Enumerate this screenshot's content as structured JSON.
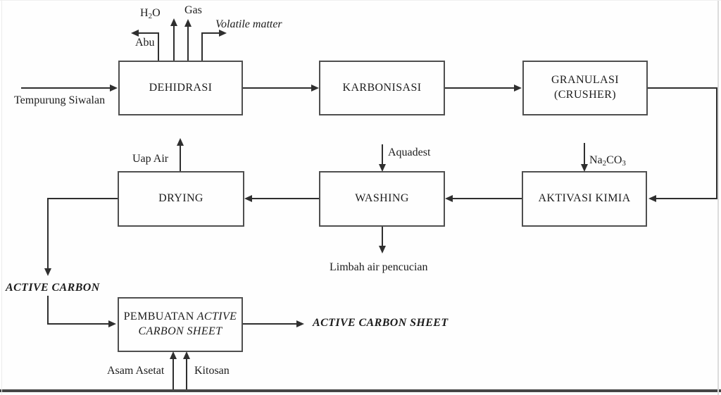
{
  "boxes": {
    "dehidrasi": {
      "label": "DEHIDRASI"
    },
    "karbonisasi": {
      "label": "KARBONISASI"
    },
    "granulasi": {
      "line1": "GRANULASI",
      "line2": "(CRUSHER)"
    },
    "aktivasi_kimia": {
      "label": "AKTIVASI KIMIA"
    },
    "washing": {
      "label": "WASHING"
    },
    "drying": {
      "label": "DRYING"
    },
    "pembuatan": {
      "pre": "PEMBUATAN",
      "italic1": "ACTIVE",
      "italic2": "CARBON SHEET"
    }
  },
  "streams": {
    "input": "Tempurung Siwalan",
    "abu": "Abu",
    "h2o": {
      "b1": "H",
      "s1": "2",
      "b2": "O"
    },
    "gas": "Gas",
    "volatile_matter": "Volatile matter",
    "na2co3": {
      "b1": "Na",
      "s1": "2",
      "b2": "CO",
      "s2": "3"
    },
    "aquadest": "Aquadest",
    "uap_air": "Uap Air",
    "limbah": "Limbah air pencucian",
    "active_carbon": "ACTIVE CARBON",
    "asam_asetat": "Asam Asetat",
    "kitosan": "Kitosan",
    "active_carbon_sheet": "ACTIVE CARBON SHEET"
  },
  "colors": {
    "line": "#2f2f2f",
    "box_border": "#4f4f4f",
    "text": "#1c1c1c",
    "background": "#fefefe",
    "frame_bottom": "#454545",
    "frame_side": "#dcdcdc"
  }
}
